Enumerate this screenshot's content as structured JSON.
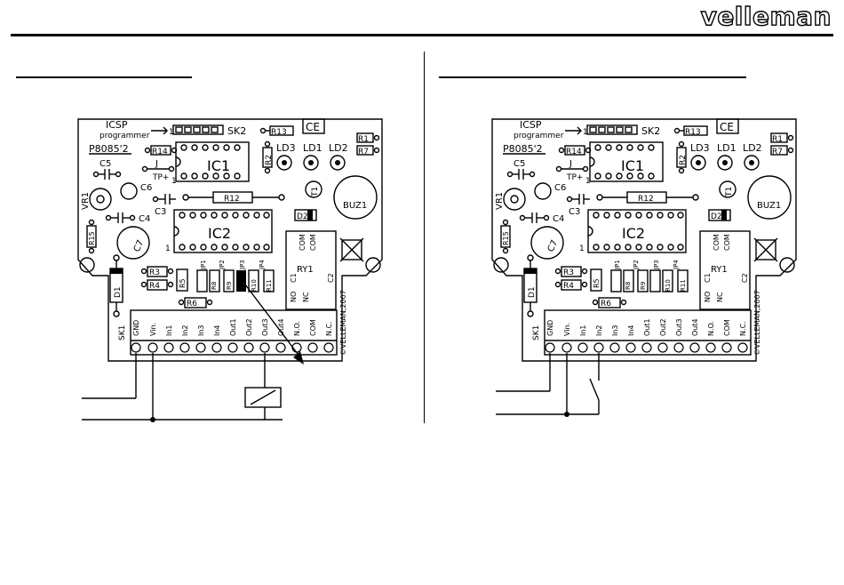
{
  "brand": "velleman",
  "panels": [
    {
      "id": "left",
      "labels": {
        "icsp": "ICSP",
        "programmer": "programmer",
        "pin1": "1",
        "sk2": "SK2",
        "r13": "R13",
        "ce": "CE",
        "model": "P8085'2",
        "r14": "R14",
        "ld3": "LD3",
        "ld1": "LD1",
        "ld2": "LD2",
        "r1": "R1",
        "r7": "R7",
        "c5": "C5",
        "j": "J",
        "tp": "TP+",
        "tp1": "1",
        "ic1": "IC1",
        "r2": "R2",
        "vr1": "VR1",
        "c6": "C6",
        "r12": "R12",
        "t1": "T1",
        "buz1": "BUZ1",
        "c3": "C3",
        "c4": "C4",
        "ic2": "IC2",
        "ic2pin1": "1",
        "d2": "D2",
        "r15": "R15",
        "c7": "C7",
        "com1": "COM",
        "com2": "COM",
        "jp1": "JP1",
        "jp2": "JP2",
        "jp3": "JP3",
        "jp4": "JP4",
        "r3": "R3",
        "r4": "R4",
        "r5": "R5",
        "r8": "R8",
        "r9": "R9",
        "r10": "R10",
        "r11": "R11",
        "ry1": "RY1",
        "c1": "C1",
        "c2": "C2",
        "no_rot": "NO",
        "nc_rot": "NC",
        "d1": "D1",
        "r6": "R6",
        "copyright": "©VELLEMAN,2007",
        "sk1": "SK1"
      },
      "terminals": [
        "GND",
        "Vin.",
        "In1",
        "In2",
        "In3",
        "In4",
        "Out1",
        "Out2",
        "Out3",
        "Out4",
        "N.O.",
        "COM",
        "N.C."
      ]
    },
    {
      "id": "right",
      "labels": {
        "icsp": "ICSP",
        "programmer": "programmer",
        "pin1": "1",
        "sk2": "SK2",
        "r13": "R13",
        "ce": "CE",
        "model": "P8085'2",
        "r14": "R14",
        "ld3": "LD3",
        "ld1": "LD1",
        "ld2": "LD2",
        "r1": "R1",
        "r7": "R7",
        "c5": "C5",
        "j": "J",
        "tp": "TP+",
        "tp1": "1",
        "ic1": "IC1",
        "r2": "R2",
        "vr1": "VR1",
        "c6": "C6",
        "r12": "R12",
        "t1": "T1",
        "buz1": "BUZ1",
        "c3": "C3",
        "c4": "C4",
        "ic2": "IC2",
        "ic2pin1": "1",
        "d2": "D2",
        "r15": "R15",
        "c7": "C7",
        "com1": "COM",
        "com2": "COM",
        "jp1": "JP1",
        "jp2": "JP2",
        "jp3": "JP3",
        "jp4": "JP4",
        "r3": "R3",
        "r4": "R4",
        "r5": "R5",
        "r8": "R8",
        "r9": "R9",
        "r10": "R10",
        "r11": "R11",
        "ry1": "RY1",
        "c1": "C1",
        "c2": "C2",
        "no_rot": "NO",
        "nc_rot": "NC",
        "d1": "D1",
        "r6": "R6",
        "copyright": "©VELLEMAN,2007",
        "sk1": "SK1"
      },
      "terminals": [
        "GND",
        "Vin.",
        "In1",
        "In2",
        "In3",
        "In4",
        "Out1",
        "Out2",
        "Out3",
        "Out4",
        "N.O.",
        "COM",
        "N.C."
      ]
    }
  ]
}
